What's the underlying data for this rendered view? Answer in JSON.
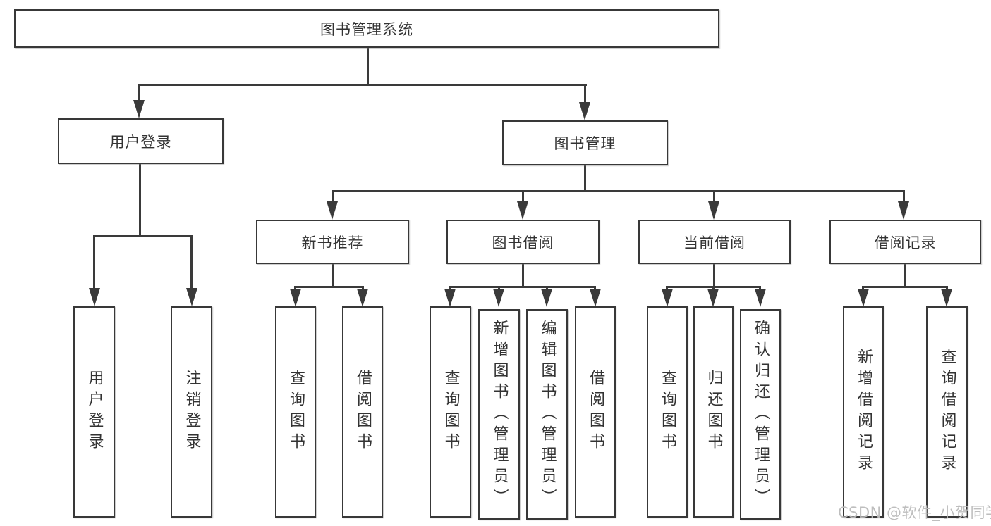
{
  "diagram": {
    "root": "图书管理系统",
    "user_login": {
      "label": "用户登录",
      "children": [
        "用户登录",
        "注销登录"
      ]
    },
    "book_mgmt": {
      "label": "图书管理",
      "sections": [
        {
          "label": "新书推荐",
          "children": [
            "查询图书",
            "借阅图书"
          ]
        },
        {
          "label": "图书借阅",
          "children": [
            "查询图书",
            "新增图书（管理员）",
            "编辑图书（管理员）",
            "借阅图书"
          ]
        },
        {
          "label": "当前借阅",
          "children": [
            "查询图书",
            "归还图书",
            "确认归还（管理员）"
          ]
        },
        {
          "label": "借阅记录",
          "children": [
            "新增借阅记录",
            "查询借阅记录"
          ]
        }
      ]
    },
    "watermark": "CSDN @软件_小贺同学"
  },
  "colors": {
    "line": "#3a3a3a",
    "border": "#383838",
    "text": "#333333",
    "watermark": "#bababa",
    "background": "#ffffff"
  }
}
